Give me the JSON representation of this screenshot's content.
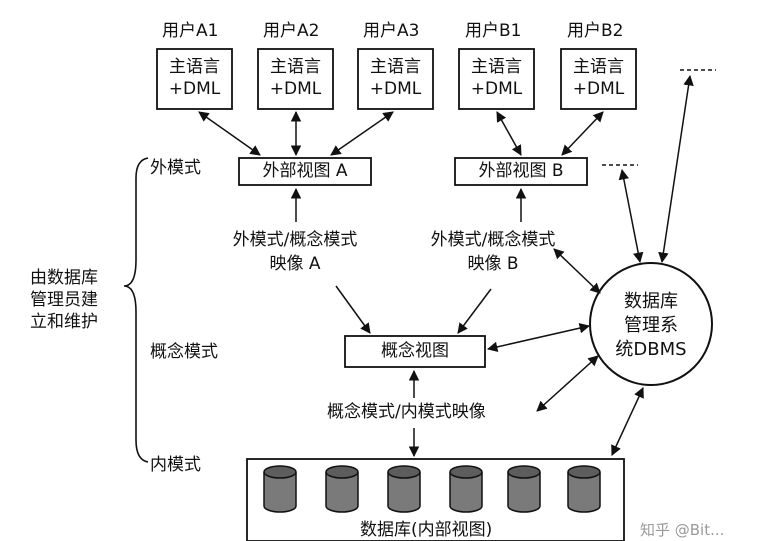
{
  "users": [
    {
      "label": "用户A1",
      "lang_line1": "主语言",
      "lang_line2": "+DML"
    },
    {
      "label": "用户A2",
      "lang_line1": "主语言",
      "lang_line2": "+DML"
    },
    {
      "label": "用户A3",
      "lang_line1": "主语言",
      "lang_line2": "+DML"
    },
    {
      "label": "用户B1",
      "lang_line1": "主语言",
      "lang_line2": "+DML"
    },
    {
      "label": "用户B2",
      "lang_line1": "主语言",
      "lang_line2": "+DML"
    }
  ],
  "external_view_a": "外部视图 A",
  "external_view_b": "外部视图 B",
  "conceptual_view": "概念视图",
  "mapping_a": {
    "line1": "外模式/概念模式",
    "line2": "映像 A"
  },
  "mapping_b": {
    "line1": "外模式/概念模式",
    "line2": "映像 B"
  },
  "internal_mapping": "概念模式/内模式映像",
  "levels": {
    "external": "外模式",
    "conceptual": "概念模式",
    "internal": "内模式"
  },
  "maintained_by": {
    "line1": "由数据库",
    "line2": "管理员建",
    "line3": "立和维护"
  },
  "dbms": {
    "line1": "数据库",
    "line2": "管理系",
    "line3": "统DBMS"
  },
  "database_label": "数据库(内部视图)",
  "watermark": "知乎 @Bit..."
}
